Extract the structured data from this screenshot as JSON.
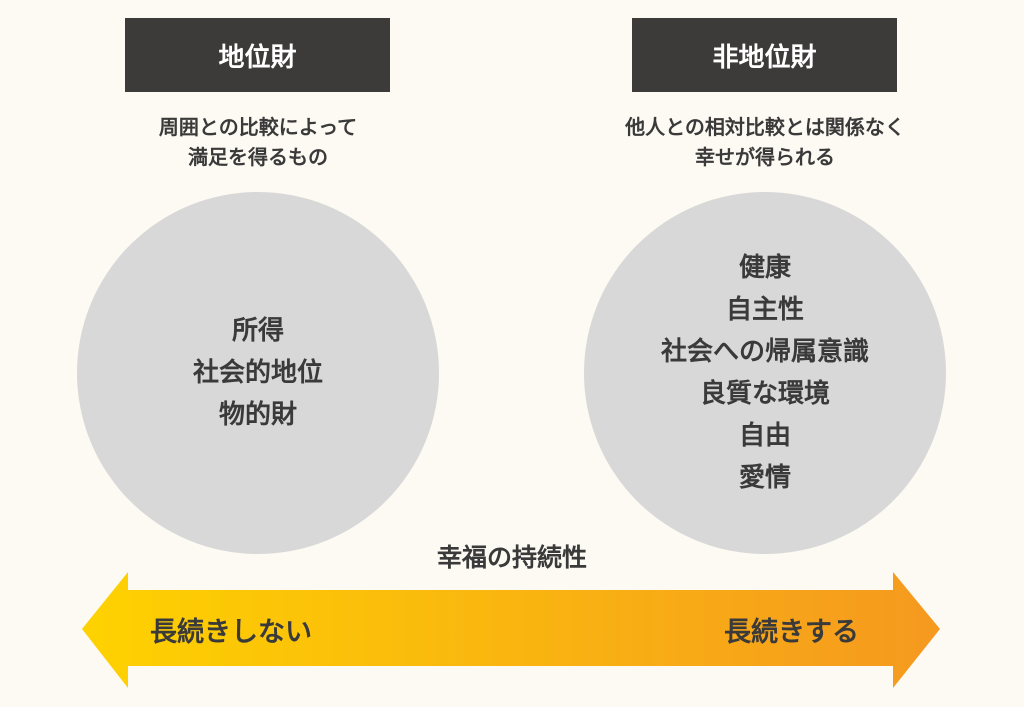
{
  "left": {
    "title": "地位財",
    "description": [
      "周囲との比較によって",
      "満足を得るもの"
    ],
    "items": [
      "所得",
      "社会的地位",
      "物的財"
    ]
  },
  "right": {
    "title": "非地位財",
    "description": [
      "他人との相対比較とは関係なく",
      "幸せが得られる"
    ],
    "items": [
      "健康",
      "自主性",
      "社会への帰属意識",
      "良質な環境",
      "自由",
      "愛情"
    ]
  },
  "axis": {
    "title": "幸福の持続性",
    "left_label": "長続きしない",
    "right_label": "長続きする",
    "gradient_start": "#fed200",
    "gradient_end": "#f5991f"
  },
  "colors": {
    "header_bg": "#3d3a3a",
    "circle": "#d8d8d8",
    "background": "#fdf9f3"
  }
}
